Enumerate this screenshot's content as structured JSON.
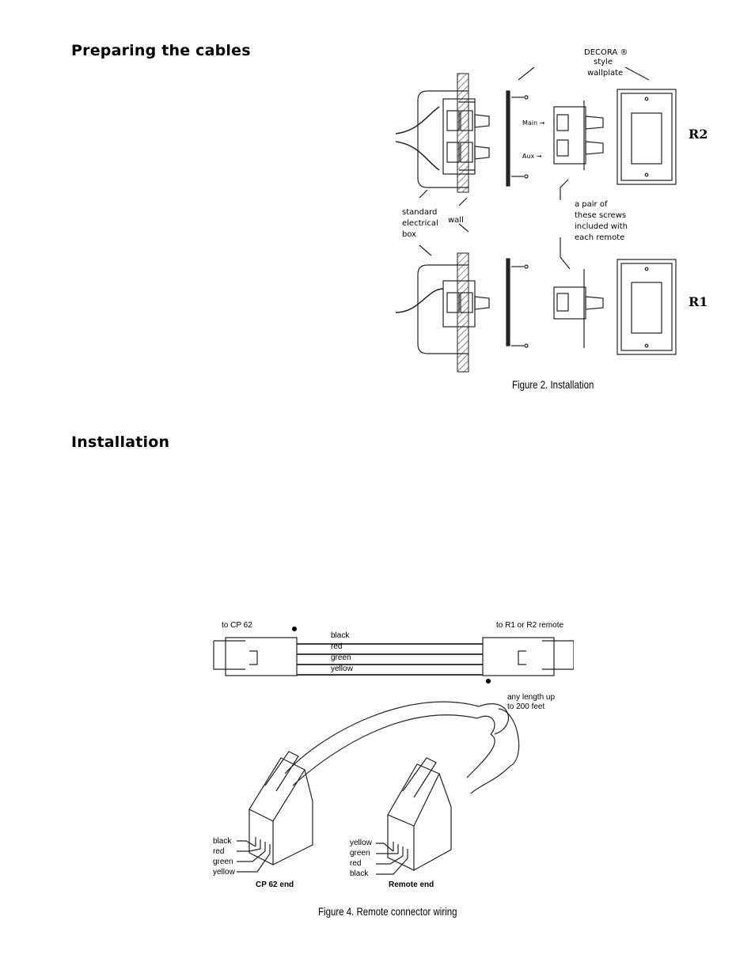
{
  "sections": {
    "preparing_title": "Preparing the cables",
    "installation_title": "Installation"
  },
  "figure2": {
    "caption": "Figure 2. Installation",
    "labels": {
      "decora": "DECORA ®",
      "style": "style",
      "wallplate": "wallplate",
      "main": "Main →",
      "aux": "Aux →",
      "r2": "R2",
      "r1": "R1",
      "standard": "standard",
      "electrical": "electrical",
      "box": "box",
      "wall": "wall",
      "screws_line1": "a pair of",
      "screws_line2": "these screws",
      "screws_line3": "included with",
      "screws_line4": "each remote"
    }
  },
  "figure4": {
    "caption": "Figure 4. Remote connector wiring",
    "labels": {
      "to_cp62": "to CP 62",
      "to_remote": "to R1 or R2 remote",
      "any_length_1": "any length up",
      "any_length_2": "to 200 feet",
      "cp62_end": "CP 62 end",
      "remote_end": "Remote end"
    },
    "wire_colors": [
      "black",
      "red",
      "green",
      "yellow"
    ],
    "cp62_pins": [
      "black",
      "red",
      "green",
      "yellow"
    ],
    "remote_pins": [
      "yellow",
      "green",
      "red",
      "black"
    ]
  }
}
